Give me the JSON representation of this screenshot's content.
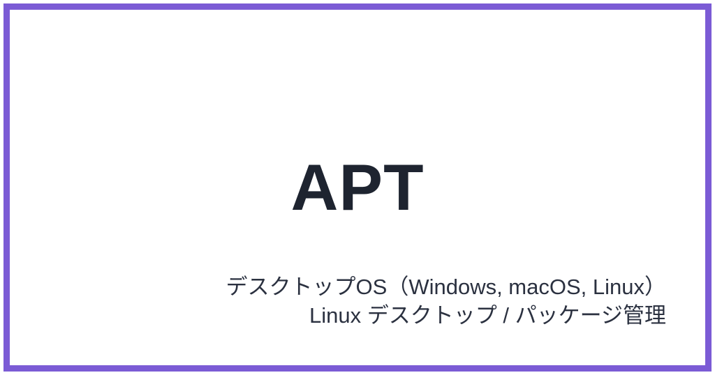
{
  "card": {
    "title": "APT",
    "category_line": "デスクトップOS（Windows, macOS, Linux）",
    "tags_line": "Linux デスクトップ / パッケージ管理",
    "border_color": "#7b5bd5",
    "text_color": "#1e2430"
  }
}
